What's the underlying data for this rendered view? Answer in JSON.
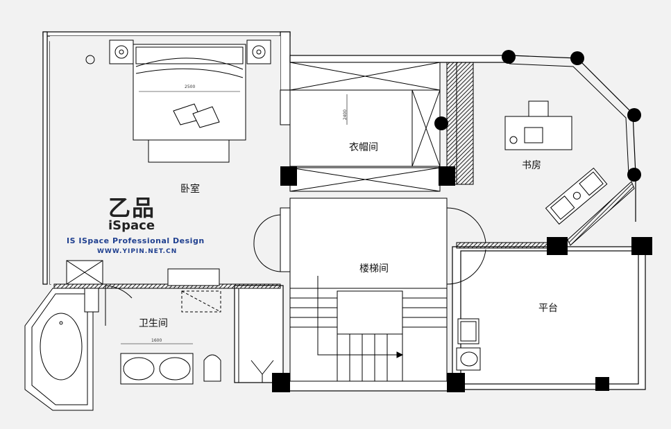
{
  "rooms": {
    "bedroom": "卧室",
    "closet": "衣帽间",
    "study": "书房",
    "stairs": "楼梯间",
    "bathroom": "卫生间",
    "terrace": "平台"
  },
  "dimensions": {
    "bed_width": "2500",
    "closet_depth": "2400",
    "vanity_width": "1600"
  },
  "logo": {
    "mark": "乙品",
    "brand": "iSpace",
    "tagline": "IS ISpace Professional Design",
    "url": "WWW.YIPIN.NET.CN"
  },
  "colors": {
    "wall": "#ffffff",
    "line": "#000000",
    "column": "#000000",
    "logo_blue": "#1f3f8f"
  }
}
